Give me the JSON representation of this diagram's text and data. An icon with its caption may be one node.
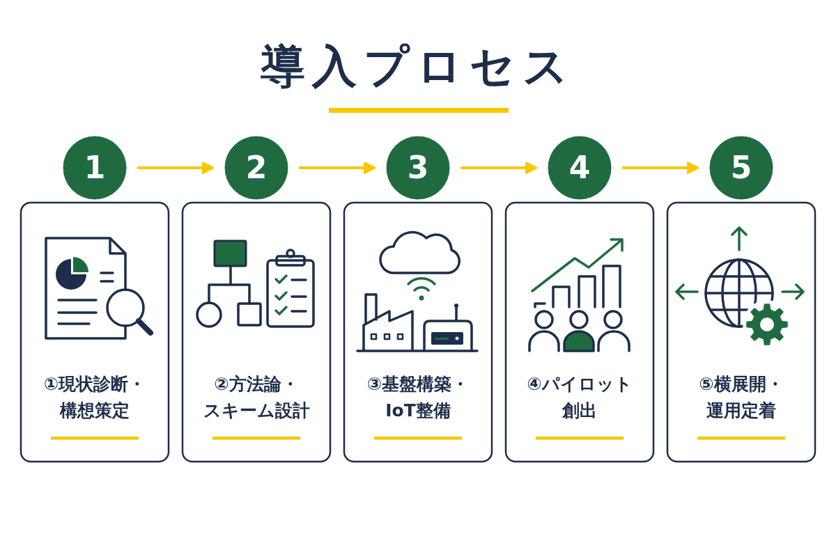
{
  "diagram": {
    "title": "導入プロセス",
    "nodes": [
      {
        "text": [
          "1"
        ]
      },
      {
        "text": [
          "2"
        ]
      },
      {
        "text": [
          "3"
        ]
      },
      {
        "text": [
          "4"
        ]
      },
      {
        "text": [
          "5"
        ]
      },
      {
        "text": [
          "①現状診断・構想策定"
        ]
      },
      {
        "text": [
          "②方法論・スキーム設計"
        ]
      },
      {
        "text": [
          "③基盤構築・IoT整備"
        ]
      },
      {
        "text": [
          "④パイロット創出"
        ]
      },
      {
        "text": [
          "⑤横展開・運用定着"
        ]
      }
    ],
    "edges": [
      {
        "from": 0,
        "to": 1,
        "arrow": "to"
      },
      {
        "from": 1,
        "to": 2,
        "arrow": "to"
      },
      {
        "from": 2,
        "to": 3,
        "arrow": "to"
      },
      {
        "from": 3,
        "to": 4,
        "arrow": "to"
      }
    ]
  }
}
